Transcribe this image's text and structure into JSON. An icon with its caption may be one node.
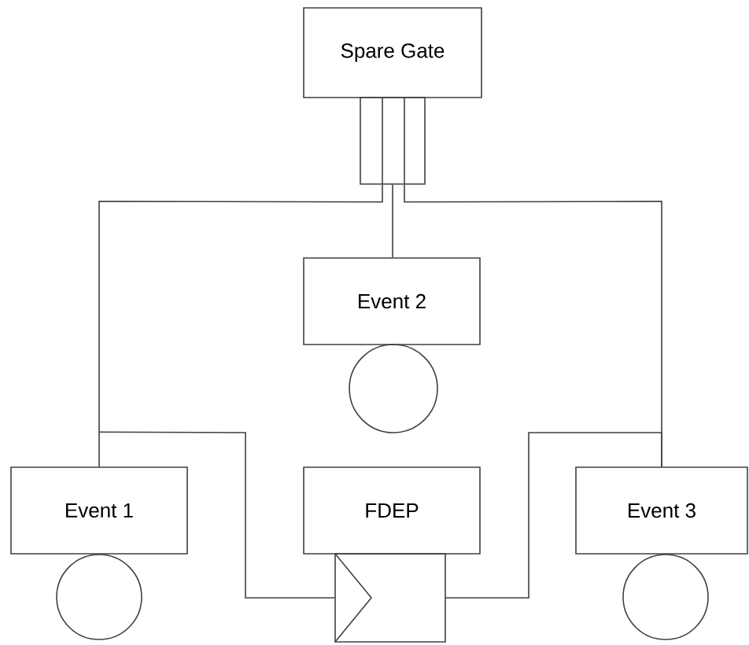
{
  "diagram": {
    "nodes": [
      {
        "text": [
          "Spare Gate"
        ]
      },
      {
        "text": [
          "Event 2"
        ]
      },
      {
        "text": [],
        "shape": "circle"
      },
      {
        "text": [
          "Event 1"
        ]
      },
      {
        "text": [
          "FDEP"
        ]
      },
      {
        "text": [
          "Event 3"
        ]
      },
      {
        "text": [],
        "shape": "circle"
      },
      {
        "text": [],
        "shape": "box"
      },
      {
        "text": [],
        "shape": "circle"
      }
    ],
    "edges": [
      {
        "from": 0,
        "to": 3,
        "arrow": "none"
      },
      {
        "from": 0,
        "to": 1,
        "arrow": "none"
      },
      {
        "from": 0,
        "to": 5,
        "arrow": "none"
      },
      {
        "from": 3,
        "to": 7,
        "arrow": "none"
      },
      {
        "from": 7,
        "to": 5,
        "arrow": "none"
      }
    ]
  }
}
